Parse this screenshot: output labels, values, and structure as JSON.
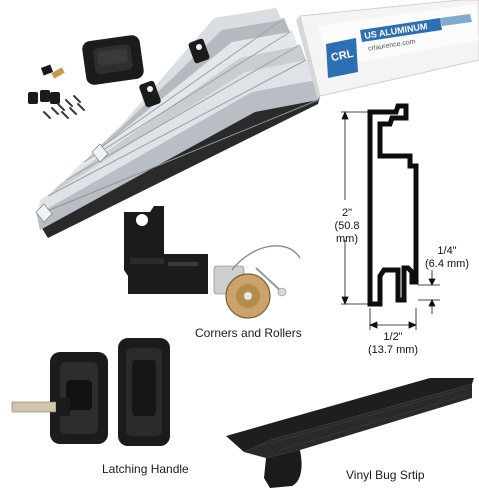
{
  "brand": {
    "logo_text": "CRL",
    "brand_text": "US ALUMINUM",
    "url_text": "crlaurence.com"
  },
  "colors": {
    "aluminum_light": "#dde0e4",
    "aluminum_mid": "#b9bec5",
    "aluminum_dark": "#8d939b",
    "plastic_black": "#1b1b1b",
    "box_blue": "#2d6fb3",
    "profile_black": "#0d0d0d"
  },
  "profile_dimensions": {
    "height_in": "2\"",
    "height_mm": "(50.8 mm)",
    "lip_in": "1/4\"",
    "lip_mm": "(6.4 mm)",
    "width_in": "1/2\"",
    "width_mm": "(13.7 mm)"
  },
  "captions": {
    "corners_rollers": "Corners and Rollers",
    "latching_handle": "Latching Handle",
    "vinyl_bug_strip": "Vinyl Bug Srtip"
  }
}
